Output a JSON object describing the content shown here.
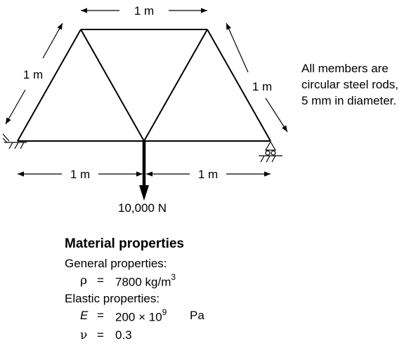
{
  "truss": {
    "top_span_label": "1 m",
    "left_diag_label": "1 m",
    "right_diag_label": "1 m",
    "bottom_left_label": "1 m",
    "bottom_right_label": "1 m",
    "load_label": "10,000 N"
  },
  "note": {
    "lines": [
      "All members are",
      "circular steel rods,",
      "5 mm in diameter."
    ]
  },
  "material": {
    "heading": "Material properties",
    "general_label": "General properties:",
    "rho_symbol": "ρ",
    "rho_eq": "=",
    "rho_value": "7800 kg/m",
    "rho_exp": "3",
    "elastic_label": "Elastic properties:",
    "E_symbol": "E",
    "E_eq": "=",
    "E_value": "200 × 10",
    "E_exp": "9",
    "E_unit": "Pa",
    "nu_symbol": "ν",
    "nu_eq": "=",
    "nu_value": "0.3"
  }
}
